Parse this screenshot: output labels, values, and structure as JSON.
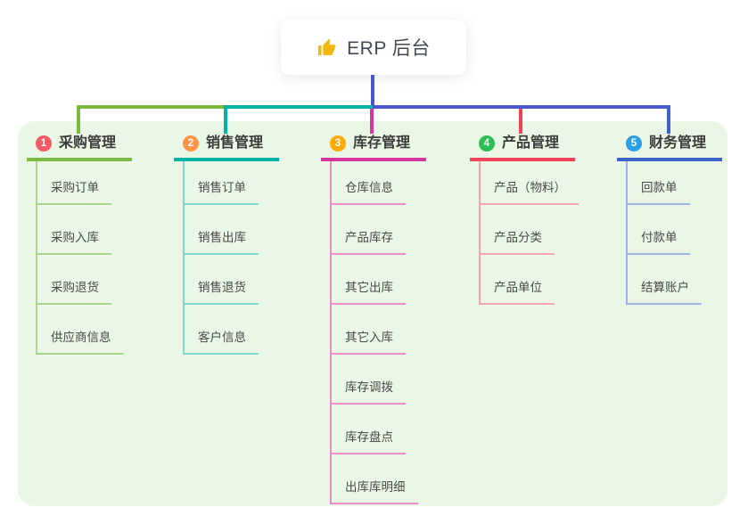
{
  "root": {
    "icon": "thumbs-up",
    "title": "ERP 后台"
  },
  "colors": {
    "panel_bg": "#ebf7e6",
    "root_line": "#4a59d0",
    "card_bg": "#ffffff",
    "icon_color": "#f2b713"
  },
  "branches": [
    {
      "num": "1",
      "label": "采购管理",
      "badge_color": "#f25b66",
      "line_color": "#7cb93f",
      "light_color": "#a9d78b",
      "items": [
        "采购订单",
        "采购入库",
        "采购退货",
        "供应商信息"
      ]
    },
    {
      "num": "2",
      "label": "销售管理",
      "badge_color": "#ff9447",
      "line_color": "#00b3a4",
      "light_color": "#7fd8c9",
      "items": [
        "销售订单",
        "销售出库",
        "销售退货",
        "客户信息"
      ]
    },
    {
      "num": "3",
      "label": "库存管理",
      "badge_color": "#ffaa05",
      "line_color": "#d6369b",
      "light_color": "#f08cc8",
      "items": [
        "仓库信息",
        "产品库存",
        "其它出库",
        "其它入库",
        "库存调拨",
        "库存盘点",
        "出库库明细"
      ]
    },
    {
      "num": "4",
      "label": "产品管理",
      "badge_color": "#2dbd55",
      "line_color": "#ef4458",
      "light_color": "#f8a3a9",
      "items": [
        "产品（物料）",
        "产品分类",
        "产品单位"
      ]
    },
    {
      "num": "5",
      "label": "财务管理",
      "badge_color": "#2b9fe5",
      "line_color": "#3e63c8",
      "light_color": "#9fb4e6",
      "items": [
        "回款单",
        "付款单",
        "结算账户"
      ]
    }
  ]
}
